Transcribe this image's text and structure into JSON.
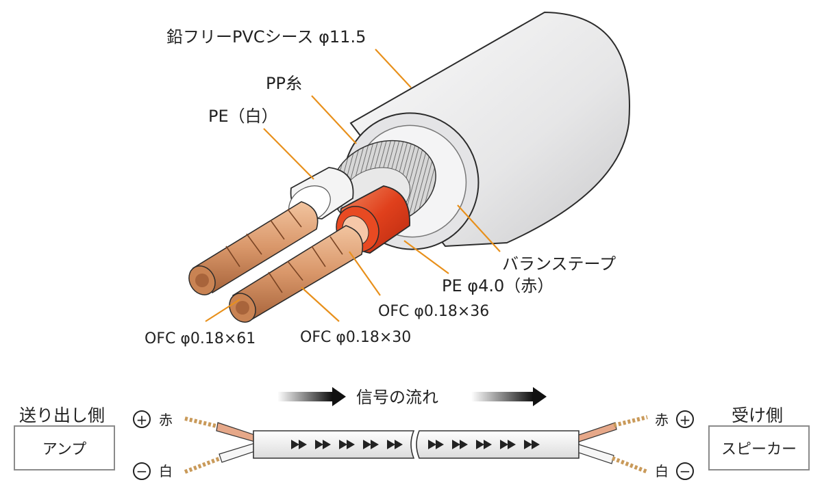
{
  "cross_section": {
    "labels": {
      "sheath": "鉛フリーPVCシース φ11.5",
      "pp_yarn": "PP糸",
      "pe_white": "PE（白）",
      "balance_tape": "バランステープ",
      "pe_red": "PE φ4.0（赤）",
      "ofc_36": "OFC φ0.18×36",
      "ofc_30": "OFC φ0.18×30",
      "ofc_61": "OFC φ0.18×61"
    }
  },
  "signal_flow": {
    "flow_label": "信号の流れ",
    "source": {
      "title": "送り出し側",
      "device": "アンプ"
    },
    "destination": {
      "title": "受け側",
      "device": "スピーカー"
    },
    "polarity": {
      "plus_symbol": "+",
      "plus_color_label": "赤",
      "minus_symbol": "−",
      "minus_color_label": "白"
    }
  },
  "colors": {
    "leader": "#e8901b",
    "copper": "#d9976a",
    "red_insulation": "#e0401c",
    "sheath": "#e9e9ea",
    "outline": "#2b2b2b"
  }
}
